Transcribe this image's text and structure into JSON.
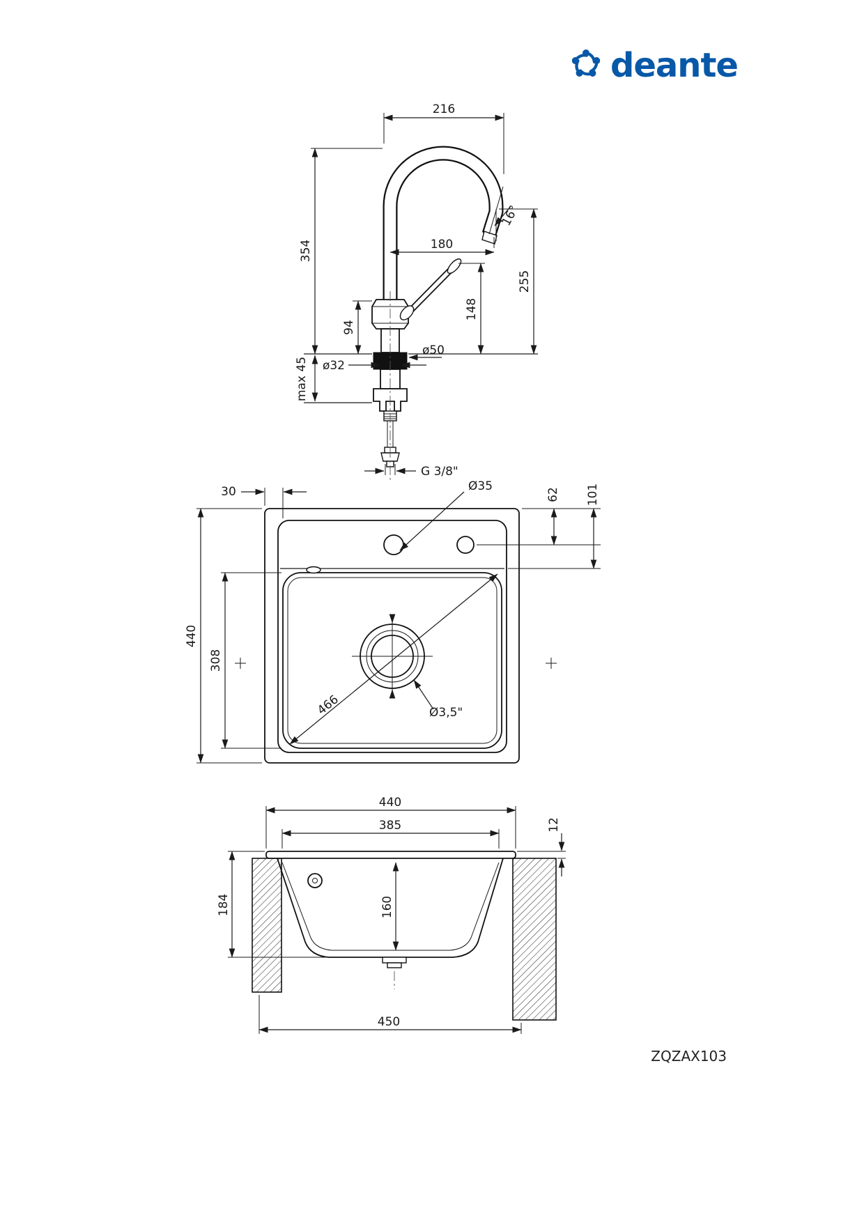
{
  "brand": {
    "name": "deante"
  },
  "model_number": "ZQZAX103",
  "faucet": {
    "spout_width": "216",
    "height_total": "354",
    "spout_reach": "180",
    "spout_outlet_height": "255",
    "handle_height": "148",
    "body_height": "94",
    "shank_diameter": "ø32",
    "base_diameter": "ø50",
    "max_mounting": "max 45",
    "spout_angle": "16°",
    "thread": "G 3/8\""
  },
  "plan": {
    "rim_offset": "30",
    "overall_size": "440",
    "bowl_length": "308",
    "bowl_diagonal": "466",
    "tap_hole_diameter": "Ø35",
    "hole_offset_a": "62",
    "hole_offset_b": "101",
    "drain_size": "Ø3,5\""
  },
  "section": {
    "overall_width": "440",
    "bowl_width": "385",
    "rim_height": "12",
    "depth_overall": "184",
    "bowl_depth": "160",
    "cabinet_width": "450"
  }
}
